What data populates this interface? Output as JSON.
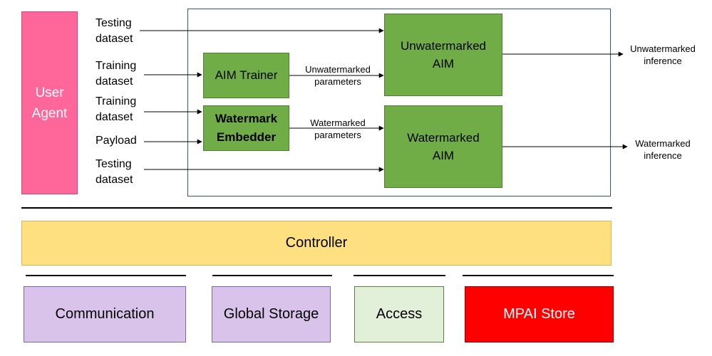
{
  "user_agent": {
    "line1": "User",
    "line2": "Agent"
  },
  "inputs": {
    "testing_top": {
      "line1": "Testing",
      "line2": "dataset"
    },
    "training_trainer": {
      "line1": "Training",
      "line2": "dataset"
    },
    "training_embedder": {
      "line1": "Training",
      "line2": "dataset"
    },
    "payload": "Payload",
    "testing_bottom": {
      "line1": "Testing",
      "line2": "dataset"
    }
  },
  "modules": {
    "aim_trainer": "AIM Trainer",
    "watermark_embedder": {
      "line1": "Watermark",
      "line2": "Embedder"
    },
    "unwatermarked_aim": {
      "line1": "Unwatermarked",
      "line2": "AIM"
    },
    "watermarked_aim": {
      "line1": "Watermarked",
      "line2": "AIM"
    }
  },
  "edge_labels": {
    "unwm_params": {
      "line1": "Unwatermarked",
      "line2": "parameters"
    },
    "wm_params": {
      "line1": "Watermarked",
      "line2": "parameters"
    }
  },
  "outputs": {
    "unwm_inference": {
      "line1": "Unwatermarked",
      "line2": "inference"
    },
    "wm_inference": {
      "line1": "Watermarked",
      "line2": "inference"
    }
  },
  "controller": "Controller",
  "bottom": {
    "communication": "Communication",
    "global_storage": "Global Storage",
    "access": "Access",
    "mpai_store": "MPAI Store"
  },
  "colors": {
    "user_agent": "#ff6699",
    "module_green": "#70ad47",
    "controller": "#ffe080",
    "purple": "#d9c3ea",
    "access": "#e2efd9",
    "mpai_store": "#ff0000",
    "frame": "#2f5597"
  }
}
